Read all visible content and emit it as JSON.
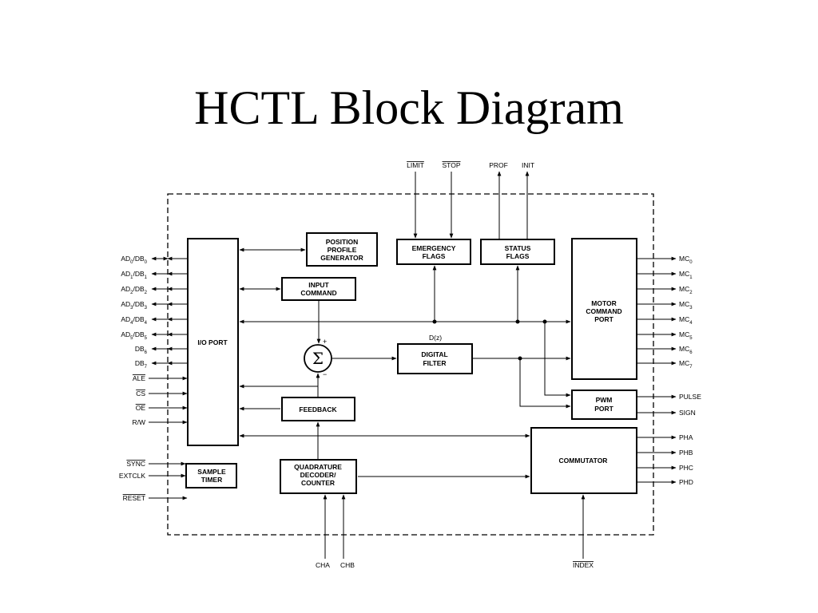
{
  "title": "HCTL Block Diagram",
  "blocks": {
    "io_port": "I/O PORT",
    "position_profile_generator": [
      "POSITION",
      "PROFILE",
      "GENERATOR"
    ],
    "input_command": [
      "INPUT",
      "COMMAND"
    ],
    "emergency_flags": [
      "EMERGENCY",
      "FLAGS"
    ],
    "status_flags": [
      "STATUS",
      "FLAGS"
    ],
    "motor_command_port": [
      "MOTOR",
      "COMMAND",
      "PORT"
    ],
    "sum_symbol": "Σ",
    "sum_plus": "+",
    "sum_minus": "−",
    "digital_filter": [
      "DIGITAL",
      "FILTER"
    ],
    "digital_filter_label": "D(z)",
    "feedback": "FEEDBACK",
    "pwm_port": [
      "PWM",
      "PORT"
    ],
    "commutator": "COMMUTATOR",
    "sample_timer": [
      "SAMPLE",
      "TIMER"
    ],
    "quadrature_decoder": [
      "QUADRATURE",
      "DECODER/",
      "COUNTER"
    ]
  },
  "signals": {
    "top": [
      "LIMIT",
      "STOP",
      "PROF",
      "INIT"
    ],
    "left_bus": [
      {
        "base": "AD",
        "i": "0",
        "mid": "/DB",
        "j": "0"
      },
      {
        "base": "AD",
        "i": "1",
        "mid": "/DB",
        "j": "1"
      },
      {
        "base": "AD",
        "i": "2",
        "mid": "/DB",
        "j": "2"
      },
      {
        "base": "AD",
        "i": "3",
        "mid": "/DB",
        "j": "3"
      },
      {
        "base": "AD",
        "i": "4",
        "mid": "/DB",
        "j": "4"
      },
      {
        "base": "AD",
        "i": "5",
        "mid": "/DB",
        "j": "5"
      },
      {
        "base": "DB",
        "i": "6",
        "mid": "",
        "j": ""
      },
      {
        "base": "DB",
        "i": "7",
        "mid": "",
        "j": ""
      }
    ],
    "left_control": [
      "ALE",
      "CS",
      "OE",
      "R/W"
    ],
    "left_lower": [
      "SYNC",
      "EXTCLK",
      "RESET"
    ],
    "motor_command": [
      {
        "base": "MC",
        "sub": "0"
      },
      {
        "base": "MC",
        "sub": "1"
      },
      {
        "base": "MC",
        "sub": "2"
      },
      {
        "base": "MC",
        "sub": "3"
      },
      {
        "base": "MC",
        "sub": "4"
      },
      {
        "base": "MC",
        "sub": "5"
      },
      {
        "base": "MC",
        "sub": "6"
      },
      {
        "base": "MC",
        "sub": "7"
      }
    ],
    "pwm_out": [
      "PULSE",
      "SIGN"
    ],
    "phases": [
      "PHA",
      "PHB",
      "PHC",
      "PHD"
    ],
    "bottom": [
      "CHA",
      "CHB",
      "INDEX"
    ]
  }
}
